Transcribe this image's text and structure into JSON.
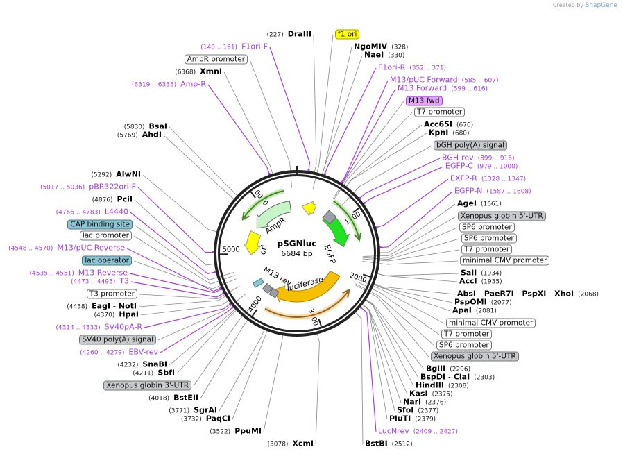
{
  "credit": {
    "prefix": "Created by",
    "brand": "SnapGene"
  },
  "plasmid": {
    "name": "pSGNluc",
    "length": "6684 bp"
  },
  "ticks": [
    "1000",
    "2000",
    "3000",
    "4000",
    "5000",
    "6000"
  ],
  "features": [
    {
      "name": "AmpR",
      "color": "#c8f5c8"
    },
    {
      "name": "ori",
      "color": "#ffff00"
    },
    {
      "name": "EGFP",
      "color": "#22e022"
    },
    {
      "name": "luciferase",
      "color": "#f5c000"
    },
    {
      "name": "M13 rev",
      "color": "#9aa0a6"
    }
  ],
  "left_labels": [
    {
      "kind": "site",
      "names": [
        "DraIII"
      ],
      "pos": "(227)"
    },
    {
      "kind": "primer",
      "name": "F1ori-F",
      "range": "(140 .. 161)"
    },
    {
      "kind": "box",
      "style": "white",
      "name": "AmpR promoter"
    },
    {
      "kind": "site",
      "names": [
        "XmnI"
      ],
      "pos": "(6368)"
    },
    {
      "kind": "primer",
      "name": "Amp-R",
      "range": "(6319 .. 6338)"
    },
    {
      "kind": "site",
      "names": [
        "BsaI"
      ],
      "pos": "(5830)"
    },
    {
      "kind": "site",
      "names": [
        "AhdI"
      ],
      "pos": "(5769)"
    },
    {
      "kind": "site",
      "names": [
        "AlwNI"
      ],
      "pos": "(5292)"
    },
    {
      "kind": "primer",
      "name": "pBR322ori-F",
      "range": "(5017 .. 5036)"
    },
    {
      "kind": "site",
      "names": [
        "PciI"
      ],
      "pos": "(4876)"
    },
    {
      "kind": "primer",
      "name": "L4440",
      "range": "(4766 .. 4783)"
    },
    {
      "kind": "box",
      "style": "teal",
      "name": "CAP binding site"
    },
    {
      "kind": "box",
      "style": "white",
      "name": "lac promoter"
    },
    {
      "kind": "primer",
      "name": "M13/pUC Reverse",
      "range": "(4548 .. 4570)"
    },
    {
      "kind": "box",
      "style": "teal",
      "name": "lac operator"
    },
    {
      "kind": "primer",
      "name": "M13 Reverse",
      "range": "(4535 .. 4551)"
    },
    {
      "kind": "primer",
      "name": "T3",
      "range": "(4473 .. 4493)"
    },
    {
      "kind": "box",
      "style": "white",
      "name": "T3 promoter"
    },
    {
      "kind": "site",
      "names": [
        "EagI",
        "NotI"
      ],
      "pos": "(4438)"
    },
    {
      "kind": "site",
      "names": [
        "HpaI"
      ],
      "pos": "(4370)"
    },
    {
      "kind": "primer",
      "name": "SV40pA-R",
      "range": "(4314 .. 4333)"
    },
    {
      "kind": "box",
      "style": "gray",
      "name": "SV40 poly(A) signal"
    },
    {
      "kind": "primer",
      "name": "EBV-rev",
      "range": "(4260 .. 4279)"
    },
    {
      "kind": "site",
      "names": [
        "SnaBI"
      ],
      "pos": "(4232)"
    },
    {
      "kind": "site",
      "names": [
        "SbfI"
      ],
      "pos": "(4211)"
    },
    {
      "kind": "box",
      "style": "gray",
      "name": "Xenopus globin 3'-UTR"
    },
    {
      "kind": "site",
      "names": [
        "BstEII"
      ],
      "pos": "(4018)"
    },
    {
      "kind": "site",
      "names": [
        "SgrAI"
      ],
      "pos": "(3771)"
    },
    {
      "kind": "site",
      "names": [
        "PaqCI"
      ],
      "pos": "(3732)"
    },
    {
      "kind": "site",
      "names": [
        "PpuMI"
      ],
      "pos": "(3522)"
    },
    {
      "kind": "site",
      "names": [
        "XcmI"
      ],
      "pos": "(3078)"
    }
  ],
  "right_labels": [
    {
      "kind": "box",
      "style": "yellow",
      "name": "f1 ori"
    },
    {
      "kind": "site",
      "names": [
        "NgoMIV"
      ],
      "pos": "(328)"
    },
    {
      "kind": "site",
      "names": [
        "NaeI"
      ],
      "pos": "(330)"
    },
    {
      "kind": "primer",
      "name": "F1ori-R",
      "range": "(352 .. 371)"
    },
    {
      "kind": "primer",
      "name": "M13/pUC Forward",
      "range": "(585 .. 607)"
    },
    {
      "kind": "primer",
      "name": "M13 Forward",
      "range": "(599 .. 616)"
    },
    {
      "kind": "box",
      "style": "purple",
      "name": "M13 fwd"
    },
    {
      "kind": "box",
      "style": "white",
      "name": "T7 promoter"
    },
    {
      "kind": "site",
      "names": [
        "Acc65I"
      ],
      "pos": "(676)"
    },
    {
      "kind": "site",
      "names": [
        "KpnI"
      ],
      "pos": "(680)"
    },
    {
      "kind": "box",
      "style": "gray",
      "name": "bGH poly(A) signal"
    },
    {
      "kind": "primer",
      "name": "BGH-rev",
      "range": "(899 .. 916)"
    },
    {
      "kind": "primer",
      "name": "EGFP-C",
      "range": "(979 .. 1000)"
    },
    {
      "kind": "primer",
      "name": "EXFP-R",
      "range": "(1328 .. 1347)"
    },
    {
      "kind": "primer",
      "name": "EGFP-N",
      "range": "(1587 .. 1608)"
    },
    {
      "kind": "site",
      "names": [
        "AgeI"
      ],
      "pos": "(1661)"
    },
    {
      "kind": "box",
      "style": "gray",
      "name": "Xenopus globin 5'-UTR"
    },
    {
      "kind": "box",
      "style": "white",
      "name": "SP6 promoter"
    },
    {
      "kind": "box",
      "style": "white",
      "name": "SP6 promoter"
    },
    {
      "kind": "box",
      "style": "white",
      "name": "T7 promoter"
    },
    {
      "kind": "box",
      "style": "white",
      "name": "minimal CMV promoter"
    },
    {
      "kind": "site",
      "names": [
        "SalI"
      ],
      "pos": "(1934)"
    },
    {
      "kind": "site",
      "names": [
        "AccI"
      ],
      "pos": "(1935)"
    },
    {
      "kind": "site",
      "names": [
        "AbsI",
        "PaeR7I",
        "PspXI",
        "XhoI"
      ],
      "pos": "(2068)"
    },
    {
      "kind": "site",
      "names": [
        "PspOMI"
      ],
      "pos": "(2077)"
    },
    {
      "kind": "site",
      "names": [
        "ApaI"
      ],
      "pos": "(2081)"
    },
    {
      "kind": "box",
      "style": "white",
      "name": "minimal CMV promoter"
    },
    {
      "kind": "box",
      "style": "white",
      "name": "T7 promoter"
    },
    {
      "kind": "box",
      "style": "white",
      "name": "SP6 promoter"
    },
    {
      "kind": "box",
      "style": "gray",
      "name": "Xenopus globin 5'-UTR"
    },
    {
      "kind": "site",
      "names": [
        "BglII"
      ],
      "pos": "(2296)"
    },
    {
      "kind": "site",
      "names": [
        "BspDI",
        "ClaI"
      ],
      "pos": "(2303)"
    },
    {
      "kind": "site",
      "names": [
        "HindIII"
      ],
      "pos": "(2308)"
    },
    {
      "kind": "site",
      "names": [
        "KasI"
      ],
      "pos": "(2375)"
    },
    {
      "kind": "site",
      "names": [
        "NarI"
      ],
      "pos": "(2376)"
    },
    {
      "kind": "site",
      "names": [
        "SfoI"
      ],
      "pos": "(2377)"
    },
    {
      "kind": "site",
      "names": [
        "PluTI"
      ],
      "pos": "(2379)"
    },
    {
      "kind": "primer",
      "name": "LucNrev",
      "range": "(2409 .. 2427)"
    },
    {
      "kind": "site",
      "names": [
        "BstBI"
      ],
      "pos": "(2512)"
    }
  ]
}
